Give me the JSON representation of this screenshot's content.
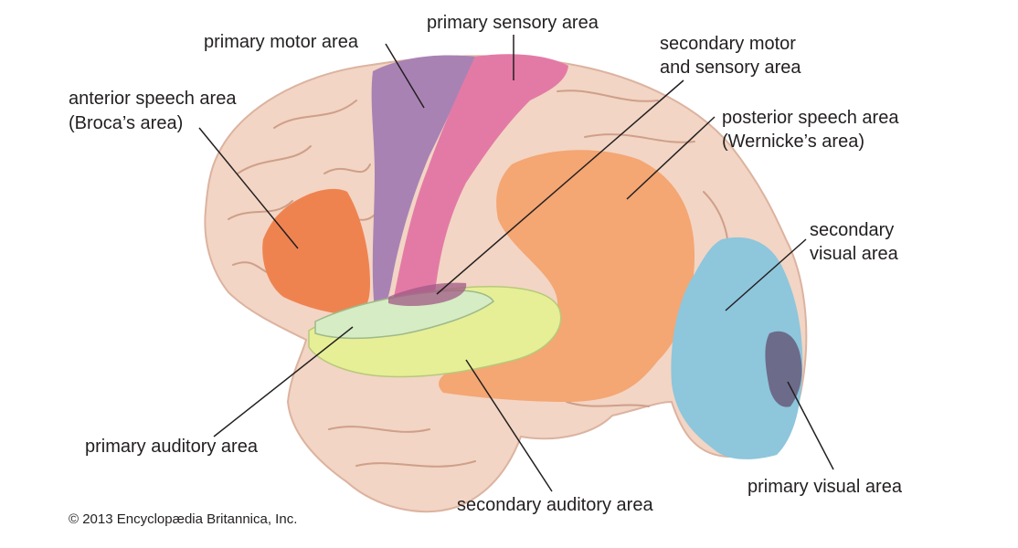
{
  "labels": {
    "primary_motor": "primary motor area",
    "primary_sensory": "primary sensory area",
    "secondary_motor_sensory": [
      "secondary motor",
      "and sensory area"
    ],
    "anterior_speech": [
      "anterior speech area",
      "(Broca’s area)"
    ],
    "posterior_speech": [
      "posterior speech area",
      "(Wernicke’s area)"
    ],
    "secondary_visual": [
      "secondary",
      "visual area"
    ],
    "primary_auditory": "primary auditory area",
    "secondary_auditory": "secondary auditory area",
    "primary_visual": "primary visual area"
  },
  "copyright": "© 2013 Encyclopædia Britannica, Inc.",
  "colors": {
    "brain": "#f2d5c4",
    "fold_line": "#cf9f8a",
    "primary_motor": "#a982b4",
    "primary_sensory": "#e37aa5",
    "broca": "#ef8350",
    "wernicke": "#f4a673",
    "primary_auditory": "#d5ecc4",
    "secondary_auditory": "#e6ef96",
    "secondary_visual": "#8ec6dc",
    "primary_visual": "#6d6b8a",
    "leader": "#231f20"
  }
}
